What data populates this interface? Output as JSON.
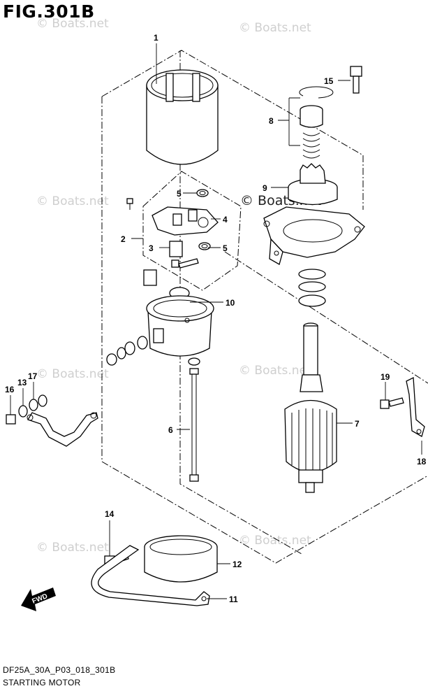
{
  "figure": {
    "title": "FIG.301B",
    "diagram_code": "DF25A_30A_P03_018_301B",
    "diagram_name": "STARTING MOTOR"
  },
  "watermarks": [
    "© Boats.net",
    "© Boats.net",
    "© Boats.net",
    "© Boats.net",
    "© Boats.net",
    "© Boats.net",
    "© Boats.net",
    "© Boats.net"
  ],
  "fwd_label": "FWD",
  "callouts": {
    "c1": "1",
    "c2": "2",
    "c3": "3",
    "c4": "4",
    "c5a": "5",
    "c5b": "5",
    "c6": "6",
    "c7": "7",
    "c8": "8",
    "c9": "9",
    "c10": "10",
    "c11": "11",
    "c12": "12",
    "c13": "13",
    "c14": "14",
    "c15": "15",
    "c16": "16",
    "c17": "17",
    "c18": "18",
    "c19": "19"
  }
}
